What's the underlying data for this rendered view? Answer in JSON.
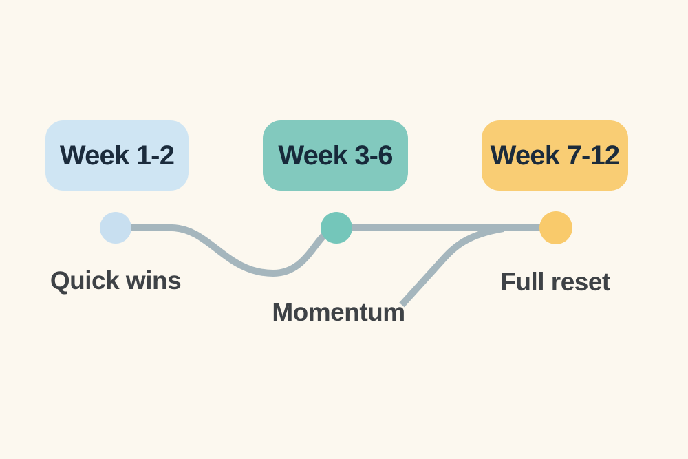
{
  "canvas": {
    "background": "#fcf8ef"
  },
  "timeline": {
    "connector_color": "#a5b6bd",
    "label_color": "#3e4246",
    "milestones": [
      {
        "week_label": "Week 1-2",
        "description": "Quick wins",
        "box_color": "#cfe5f3",
        "node_color": "#c8dff0",
        "text_color": "#1b2b3c"
      },
      {
        "week_label": "Week 3-6",
        "description": "Momentum",
        "box_color": "#82c9be",
        "node_color": "#74c6ba",
        "text_color": "#17293a"
      },
      {
        "week_label": "Week 7-12",
        "description": "Full reset",
        "box_color": "#f9cd74",
        "node_color": "#f9ca6b",
        "text_color": "#1b2b3c"
      }
    ]
  }
}
